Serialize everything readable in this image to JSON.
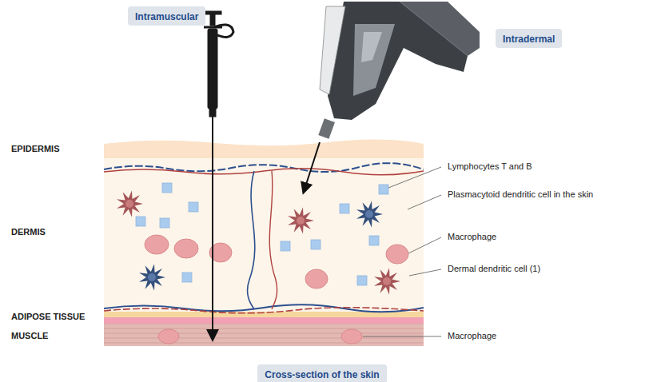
{
  "diagram": {
    "nodes": [
      {
        "text": [
          "Intramuscular"
        ]
      },
      {
        "text": [
          "Intradermal"
        ]
      },
      {
        "text": [
          "Cross-section of the skin"
        ]
      }
    ],
    "labels": [
      "EPIDERMIS",
      "DERMIS",
      "ADIPOSE TISSUE",
      "MUSCLE",
      "Lymphocytes T and B",
      "Plasmacytoid dendritic cell in the skin",
      "Macrophage",
      "Dermal dendritic cell (1)",
      "Macrophage"
    ]
  }
}
